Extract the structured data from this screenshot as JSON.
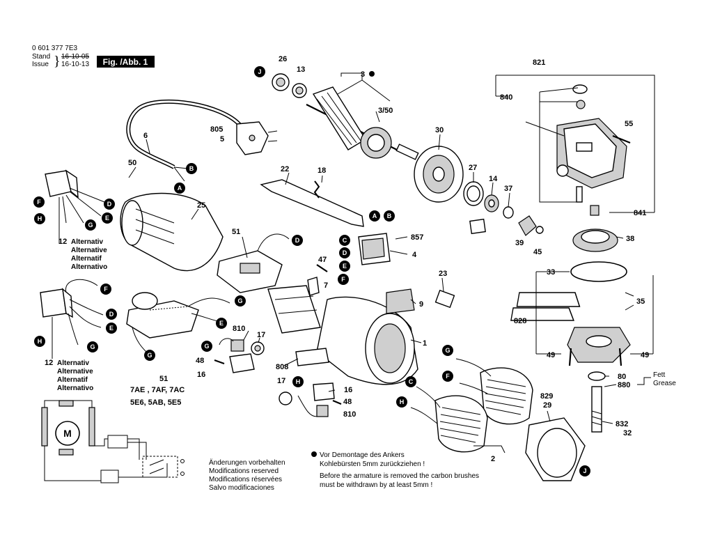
{
  "header": {
    "doc_number": "0 601 377 7E3",
    "stand_label": "Stand",
    "issue_label": "Issue",
    "stand_date": "16-10-05",
    "issue_date": "16-10-13",
    "figure": "Fig. /Abb. 1"
  },
  "alternativ_label": {
    "number": "12",
    "lines": [
      "Alternativ",
      "Alternative",
      "Alternatif",
      "Alternativo"
    ]
  },
  "variants": {
    "line1": "7AE , 7AF, 7AC",
    "line2": "5E6, 5AB, 5E5"
  },
  "changes_note": [
    "Änderungen vorbehalten",
    "Modifications reserved",
    "Modifications réservées",
    "Salvo modificaciones"
  ],
  "armature_note": {
    "de_line1": "Vor Demontage des Ankers",
    "de_line2": "Kohlebürsten 5mm zurückziehen !",
    "en_line1": "Before the armature is removed the carbon brushes",
    "en_line2": "must be withdrawn by at least 5mm !"
  },
  "grease_note": {
    "de": "Fett",
    "en": "Grease"
  },
  "motor_symbol": "M",
  "part_numbers": {
    "p26": "26",
    "p13": "13",
    "p3": "3",
    "p3_50": "3/50",
    "p821": "821",
    "p840": "840",
    "p6": "6",
    "p805": "805",
    "p5": "5",
    "p30": "30",
    "p55": "55",
    "p50": "50",
    "p22": "22",
    "p18": "18",
    "p27": "27",
    "p14": "14",
    "p37": "37",
    "p841": "841",
    "p25": "25",
    "p51a": "51",
    "p857": "857",
    "p4": "4",
    "p39": "39",
    "p45": "45",
    "p38": "38",
    "p47": "47",
    "p7": "7",
    "p33": "33",
    "p23": "23",
    "p9": "9",
    "p35": "35",
    "p828": "828",
    "p1": "1",
    "p49a": "49",
    "p49b": "49",
    "p810a": "810",
    "p17a": "17",
    "p48a": "48",
    "p16a": "16",
    "p808": "808",
    "p51b": "51",
    "p80": "80",
    "p880": "880",
    "p17b": "17",
    "p16b": "16",
    "p48b": "48",
    "p810b": "810",
    "p829": "829",
    "p29": "29",
    "p832": "832",
    "p32": "32",
    "p2": "2",
    "p12a": "12",
    "p12b": "12"
  },
  "connector_letters": {
    "J1": "J",
    "B1": "B",
    "A1": "A",
    "F1": "F",
    "D1": "D",
    "H1": "H",
    "E1": "E",
    "G1": "G",
    "D2": "D",
    "A2": "A",
    "B2": "B",
    "C2": "C",
    "D3": "D",
    "E3": "E",
    "F3": "F",
    "F4": "F",
    "D4": "D",
    "E4": "E",
    "H4": "H",
    "G4": "G",
    "G5": "G",
    "E5": "E",
    "G6": "G",
    "G7": "G",
    "H7": "H",
    "G8": "G",
    "F8": "F",
    "C8": "C",
    "H8": "H",
    "J2": "J"
  }
}
